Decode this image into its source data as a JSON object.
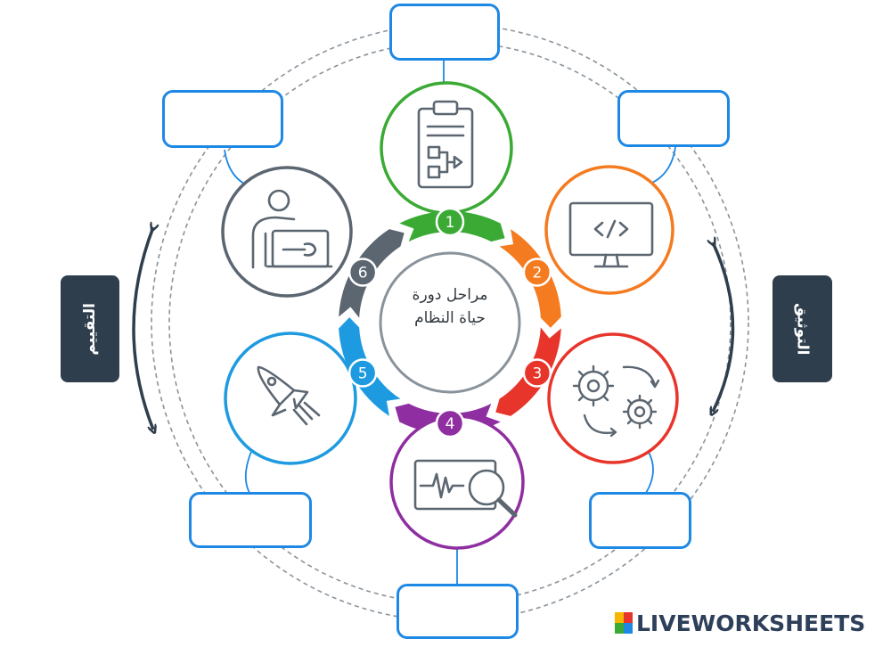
{
  "diagram": {
    "center_title_line1": "مراحل دورة",
    "center_title_line2": "حياة النظام",
    "left_label": "التقييم",
    "right_label": "التوثيق",
    "stages": [
      {
        "number": "1",
        "icon": "clipboard-flowchart-icon",
        "color": "#3aaa35"
      },
      {
        "number": "2",
        "icon": "code-monitor-icon",
        "color": "#f47b20"
      },
      {
        "number": "3",
        "icon": "gears-cycle-icon",
        "color": "#e8352b"
      },
      {
        "number": "4",
        "icon": "monitor-magnifier-icon",
        "color": "#8e2ea1"
      },
      {
        "number": "5",
        "icon": "rocket-icon",
        "color": "#1e9be0"
      },
      {
        "number": "6",
        "icon": "person-laptop-wrench-icon",
        "color": "#5b6671"
      }
    ],
    "answer_boxes": [
      "",
      "",
      "",
      "",
      "",
      "",
      "",
      ""
    ],
    "colors": {
      "box_border": "#1e88e5",
      "label_bg": "#2f3e4d",
      "connector": "#1e88e5"
    }
  },
  "watermark": {
    "text": "LIVEWORKSHEETS",
    "logo_colors": [
      "#f7b500",
      "#e8352b",
      "#3aaa35",
      "#1e88e5"
    ]
  }
}
